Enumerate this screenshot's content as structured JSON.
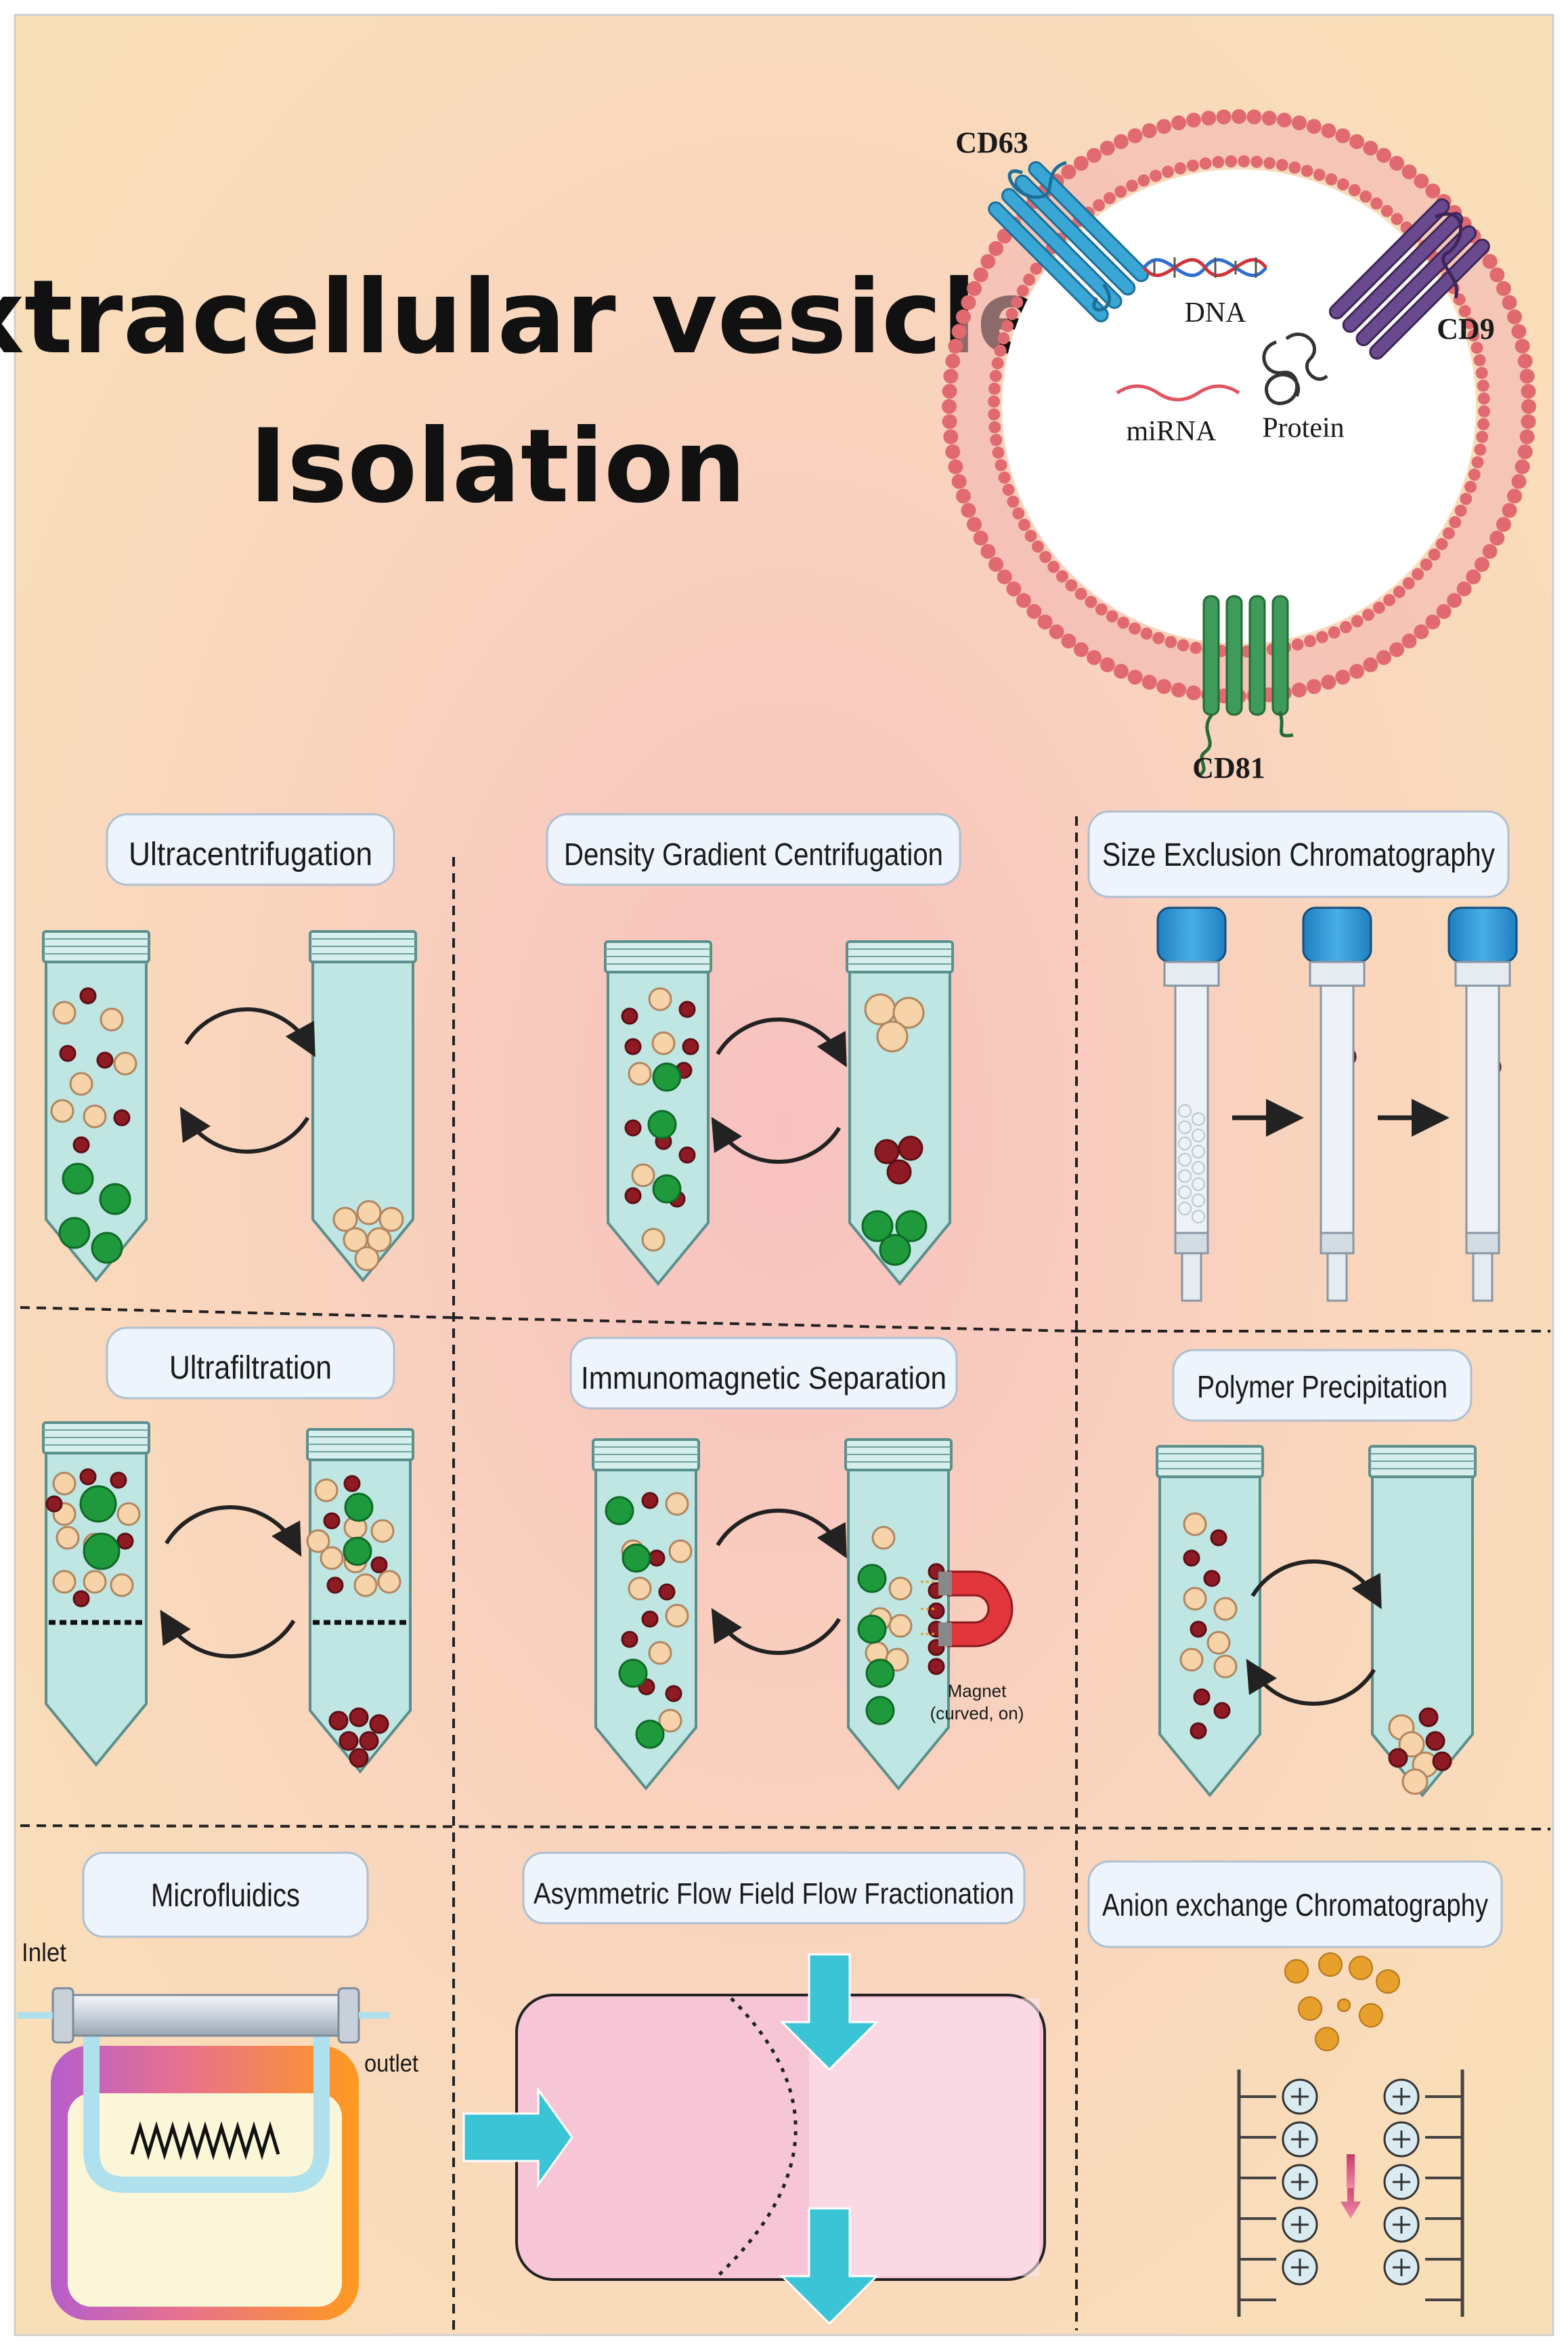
{
  "title": {
    "line1": "Extracellular vesicles",
    "line2": "Isolation"
  },
  "vesicle": {
    "markers": {
      "cd63": "CD63",
      "cd9": "CD9",
      "cd81": "CD81"
    },
    "cargo": {
      "dna": "DNA",
      "mirna": "miRNA",
      "protein": "Protein"
    }
  },
  "methods": {
    "ultracentrifugation": "Ultracentrifugation",
    "density_gradient": "Density Gradient Centrifugation",
    "size_exclusion": "Size Exclusion Chromatography",
    "ultrafiltration": "Ultrafiltration",
    "immunomagnetic": "Immunomagnetic Separation",
    "polymer_precipitation": "Polymer Precipitation",
    "microfluidics": "Microfluidics",
    "af4": "Asymmetric Flow Field Flow Fractionation",
    "anion_exchange": "Anion exchange Chromatography"
  },
  "labels": {
    "magnet_line1": "Magnet",
    "magnet_line2": "(curved, on)",
    "inlet": "Inlet",
    "outlet": "outlet"
  },
  "colors": {
    "green": "#1e9a3c",
    "maroon": "#8e1b24",
    "peach": "#f6d3a9",
    "tube": "#bfe6e3",
    "cd63": "#3aa6d6",
    "cd9": "#6a4a8e",
    "cd81": "#3f9b5a",
    "membrane": "#e06a6f"
  }
}
